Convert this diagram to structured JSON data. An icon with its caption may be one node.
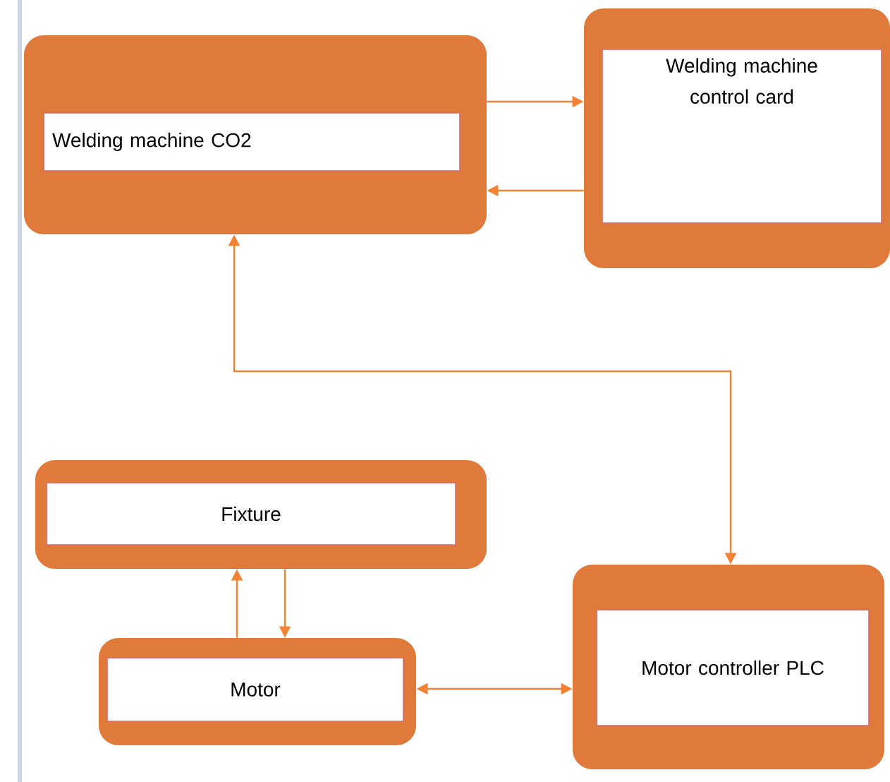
{
  "diagram": {
    "nodes": [
      {
        "text": [
          "Welding machine CO2"
        ]
      },
      {
        "text": [
          "Welding machine control card"
        ]
      },
      {
        "text": [
          "Fixture"
        ]
      },
      {
        "text": [
          "Motor"
        ]
      },
      {
        "text": [
          "Motor controller PLC"
        ]
      }
    ],
    "edges": [
      {
        "from": 0,
        "to": 1,
        "arrow": "to"
      },
      {
        "from": 1,
        "to": 0,
        "arrow": "to"
      },
      {
        "from": 0,
        "to": 4,
        "arrow": "both"
      },
      {
        "from": 3,
        "to": 2,
        "arrow": "to"
      },
      {
        "from": 2,
        "to": 3,
        "arrow": "to"
      },
      {
        "from": 3,
        "to": 4,
        "arrow": "both"
      }
    ]
  }
}
